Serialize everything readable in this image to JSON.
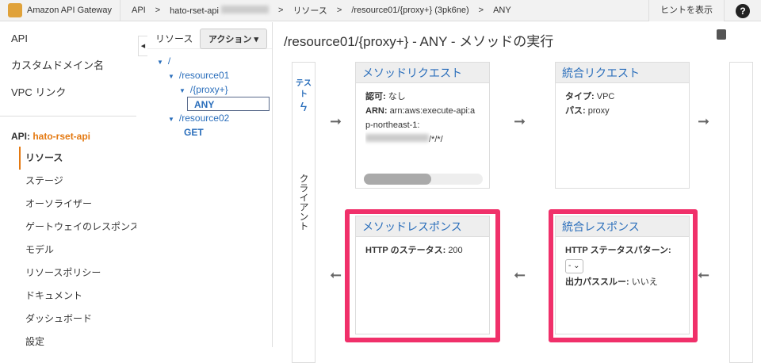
{
  "topbar": {
    "brand": "Amazon API Gateway",
    "crumbs": [
      "API",
      ">",
      "hato-rset-api",
      ">",
      "リソース",
      ">",
      "/resource01/{proxy+} (3pk6ne)",
      ">",
      "ANY"
    ],
    "hint": "ヒントを表示",
    "help": "?"
  },
  "sidebar": {
    "top": [
      "API",
      "カスタムドメイン名",
      "VPC リンク"
    ],
    "api_label": "API:",
    "api_name": "hato-rset-api",
    "items": [
      "リソース",
      "ステージ",
      "オーソライザー",
      "ゲートウェイのレスポンス",
      "モデル",
      "リソースポリシー",
      "ドキュメント",
      "ダッシュボード",
      "設定"
    ]
  },
  "resources": {
    "label": "リソース",
    "action": "アクション ▾",
    "tree": [
      "/",
      "/resource01",
      "/{proxy+}",
      "ANY",
      "/resource02",
      "GET"
    ]
  },
  "main": {
    "title": "/resource01/{proxy+} - ANY - メソッドの実行",
    "client": {
      "test": "テスト",
      "label": "クライアント"
    },
    "method_request": {
      "title": "メソッドリクエスト",
      "auth_label": "認可:",
      "auth": "なし",
      "arn_label": "ARN:",
      "arn": "arn:aws:execute-api:ap-northeast-1:",
      "arn_tail": "/*/*/"
    },
    "integration_request": {
      "title": "統合リクエスト",
      "type_label": "タイプ:",
      "type": "VPC",
      "path_label": "パス:",
      "path": "proxy"
    },
    "method_response": {
      "title": "メソッドレスポンス",
      "status_label": "HTTP のステータス:",
      "status": "200"
    },
    "integration_response": {
      "title": "統合レスポンス",
      "pattern_label": "HTTP ステータスパターン:",
      "pattern": "- ⌄",
      "passthrough_label": "出力パススルー:",
      "passthrough": "いいえ"
    }
  },
  "colors": {
    "highlight": "#f0306a",
    "accent": "#e47911",
    "link": "#2a6ebb"
  }
}
